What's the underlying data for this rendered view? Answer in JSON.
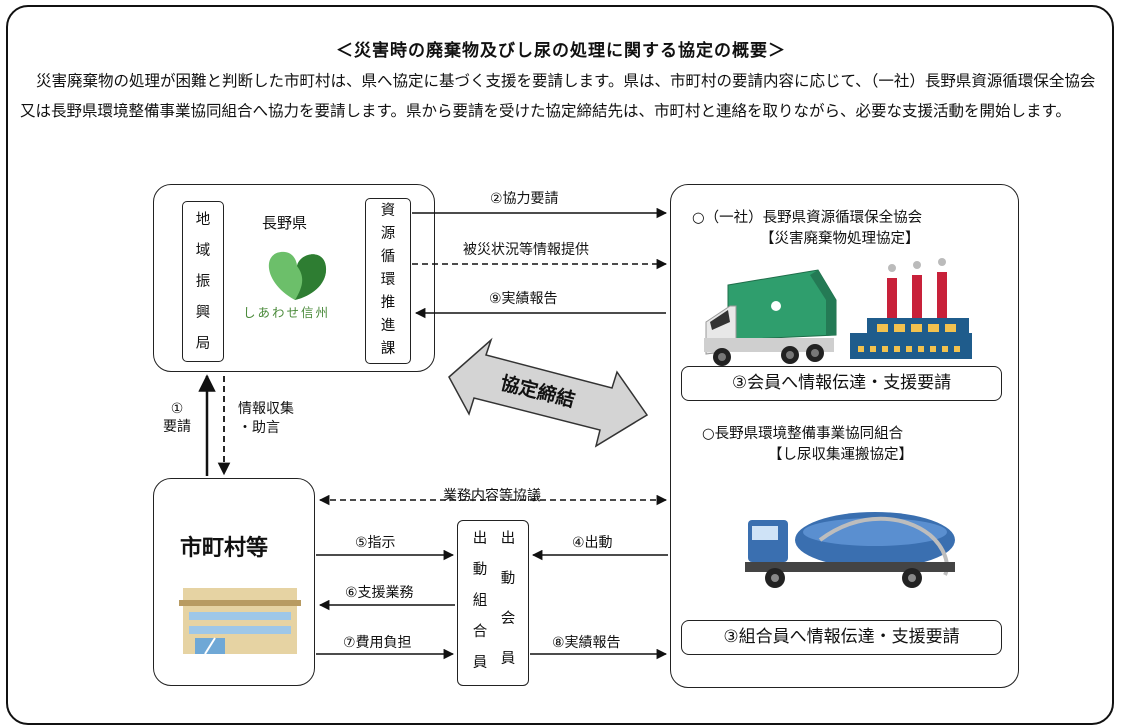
{
  "title": "＜災害時の廃棄物及びし尿の処理に関する協定の概要＞",
  "intro": "災害廃棄物の処理が困難と判断した市町村は、県へ協定に基づく支援を要請します。県は、市町村の要請内容に応じて、（一社）長野県資源循環保全協会又は長野県環境整備事業協同組合へ協力を要請します。県から要請を受けた協定締結先は、市町村と連絡を取りながら、必要な支援活動を開始します。",
  "prefecture": {
    "name": "長野県",
    "logo_text": "しあわせ信州",
    "left_col": [
      "地",
      "域",
      "振",
      "興",
      "局"
    ],
    "right_col": [
      "資",
      "源",
      "循",
      "環",
      "推",
      "進",
      "課"
    ]
  },
  "arrows": {
    "coop_request": "②協力要請",
    "disaster_info": "被災状況等情報提供",
    "results_report_9": "⑨実績報告",
    "request_1": [
      "①",
      "要請"
    ],
    "info_collect": [
      "情報収集",
      "・助言"
    ],
    "consult": "業務内容等協議",
    "instruct_5": "⑤指示",
    "support_6": "⑥支援業務",
    "cost_7": "⑦費用負担",
    "dispatch_4": "④出動",
    "report_8": "⑧実績報告",
    "agreement": "協定締結"
  },
  "partners": {
    "assoc_name": "○（一社）長野県資源循環保全協会",
    "assoc_agreement": "【災害廃棄物処理協定】",
    "assoc_action": "③会員へ情報伝達・支援要請",
    "union_name": "○長野県環境整備事業協同組合",
    "union_agreement": "【し尿収集運搬協定】",
    "union_action": "③組合員へ情報伝達・支援要請"
  },
  "municipality": {
    "name": "市町村等"
  },
  "dispatch": {
    "union_col": [
      "出",
      "動",
      "組",
      "合",
      "員"
    ],
    "member_col": [
      "出",
      "動",
      "会",
      "員"
    ]
  },
  "colors": {
    "truck_green": "#2f9e6d",
    "factory_blue": "#1f5c8c",
    "factory_red": "#c8213a",
    "tanker_blue": "#3a6fb0",
    "logo_green": "#4caf50",
    "building_beige": "#e6d3a3"
  }
}
